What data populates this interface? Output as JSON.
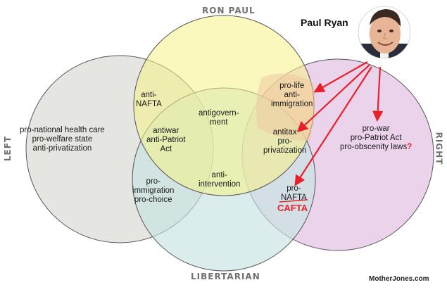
{
  "sets": {
    "top": "RON PAUL",
    "left": "LEFT",
    "right": "RIGHT",
    "bottom": "LIBERTARIAN"
  },
  "regions": {
    "left_only": [
      "pro-national health care",
      "pro-welfare state",
      "anti-privatization"
    ],
    "left_top": [
      "anti-",
      "NAFTA"
    ],
    "left_top_bottom": [
      "antiwar",
      "anti-Patriot",
      "Act"
    ],
    "left_bottom": [
      "pro-",
      "immigration",
      "pro-choice"
    ],
    "top_center": [
      "antigovern-",
      "ment"
    ],
    "top_bottom": [
      "anti-",
      "intervention"
    ],
    "top_right": [
      "pro-life",
      "anti-",
      "immigration"
    ],
    "top_right_bottom": [
      "antitax",
      "pro-",
      "privatization"
    ],
    "right_bottom": [
      "pro-",
      "NAFTA"
    ],
    "right_only_lines": [
      "pro-war",
      "pro-Patriot Act",
      "pro-obscenity laws"
    ],
    "right_only_mark": "?"
  },
  "correction": "CAFTA",
  "ryan_label": "Paul Ryan",
  "credit": "MotherJones.com",
  "colors": {
    "top": "#f7f387",
    "left": "#dcdcd8",
    "right": "#e6c6e6",
    "bottom": "#c6e4e2",
    "arrow": "#e8202a"
  },
  "icons": {
    "ryan_photo": "person-portrait-icon"
  }
}
